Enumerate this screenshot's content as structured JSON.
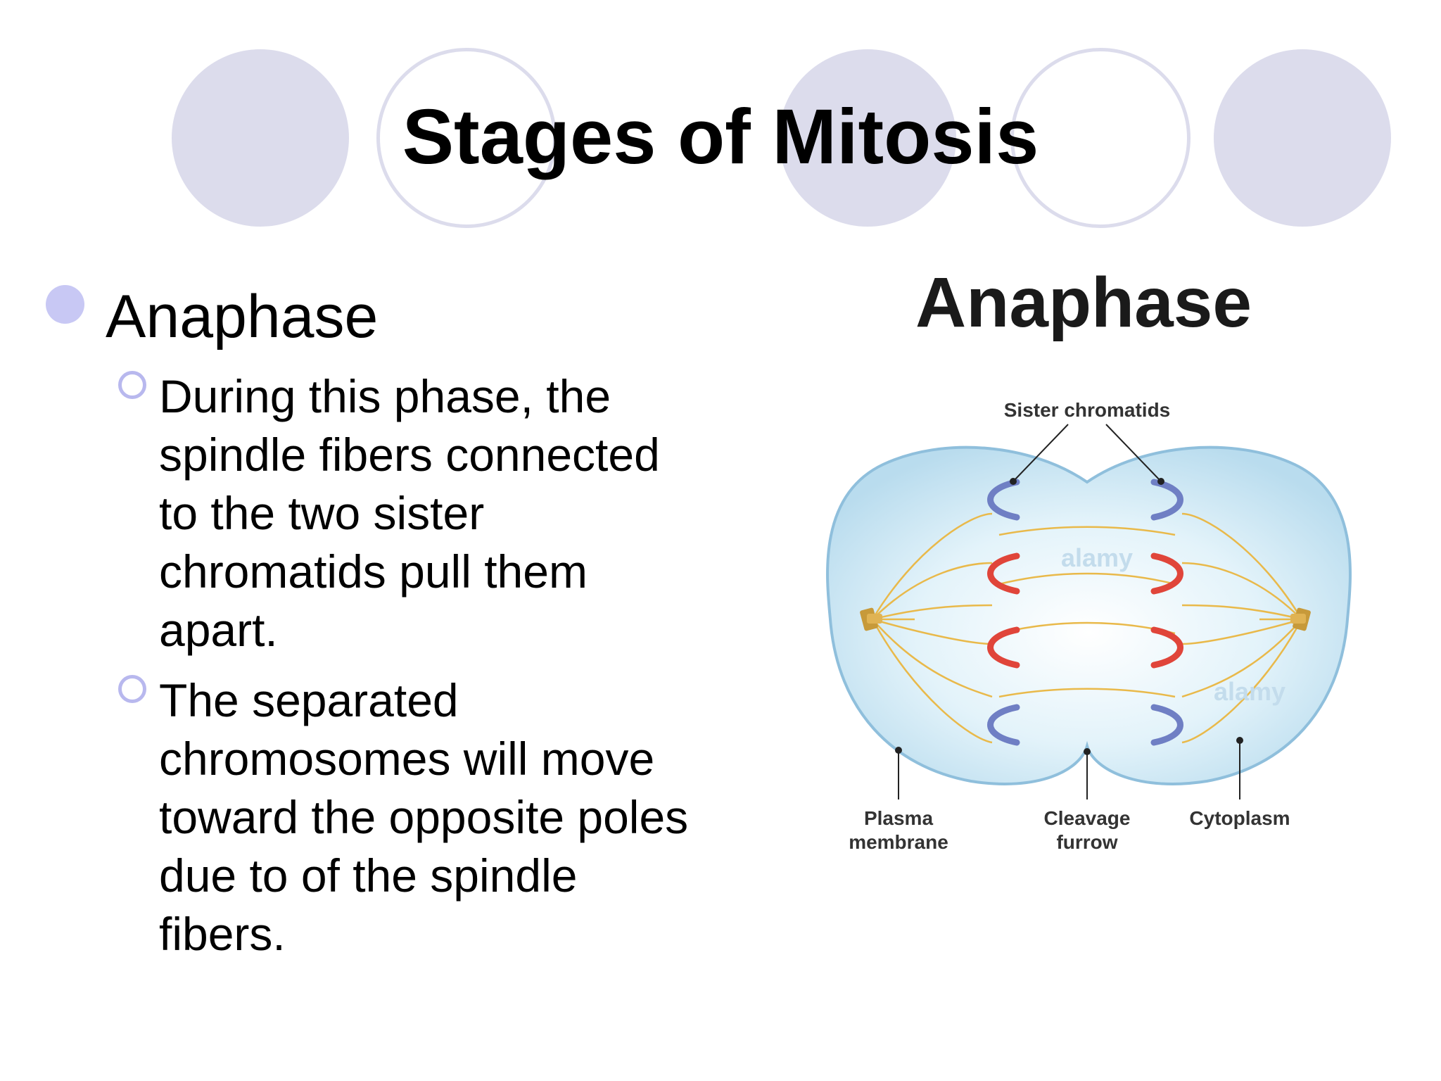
{
  "slide": {
    "title": "Stages of Mitosis",
    "bullet": {
      "heading": "Anaphase",
      "sub_items": [
        {
          "lines": [
            "During this phase, the",
            "spindle fibers connected",
            "to the two sister",
            "chromatids pull them",
            "apart."
          ]
        },
        {
          "lines": [
            "The separated",
            "chromosomes will move",
            "toward the opposite poles",
            "due to of the spindle",
            "fibers."
          ]
        }
      ]
    }
  },
  "diagram": {
    "title": "Anaphase",
    "labels": {
      "sister_chromatids": "Sister chromatids",
      "plasma_membrane": [
        "Plasma",
        "membrane"
      ],
      "cleavage_furrow": [
        "Cleavage",
        "furrow"
      ],
      "cytoplasm": "Cytoplasm"
    },
    "watermark": "alamy",
    "colors": {
      "cell_fill": "#cfe8f4",
      "cell_edge": "#8fbfdc",
      "spindle": "#e9b94a",
      "chromatid_blue": "#6f7fc4",
      "chromatid_red": "#e0453a",
      "centrosome": "#c79a3a",
      "deco_circle": "#dcdcec",
      "bullet": "#c8c8f4"
    }
  }
}
